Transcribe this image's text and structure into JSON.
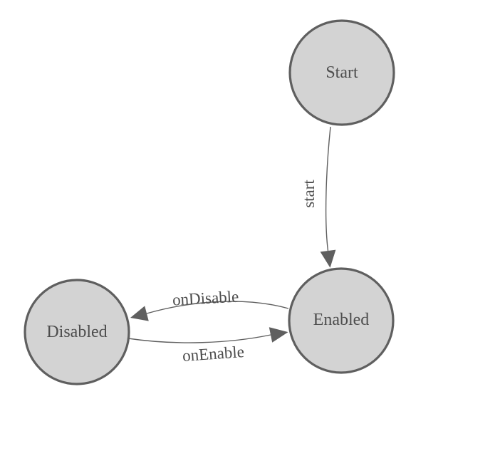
{
  "diagram": {
    "type": "state-machine",
    "background": "#ffffff",
    "colors": {
      "node_fill": "#d3d3d3",
      "node_border": "#5f5f5f",
      "edge": "#5f5f5f",
      "arrowhead": "#5f5f5f",
      "label_text": "#4d4d4d"
    },
    "nodes": [
      {
        "id": "start",
        "label": "Start"
      },
      {
        "id": "enabled",
        "label": "Enabled"
      },
      {
        "id": "disabled",
        "label": "Disabled"
      }
    ],
    "edges": [
      {
        "from": "start",
        "to": "enabled",
        "label": "start"
      },
      {
        "from": "enabled",
        "to": "disabled",
        "label": "onDisable"
      },
      {
        "from": "disabled",
        "to": "enabled",
        "label": "onEnable"
      }
    ]
  }
}
